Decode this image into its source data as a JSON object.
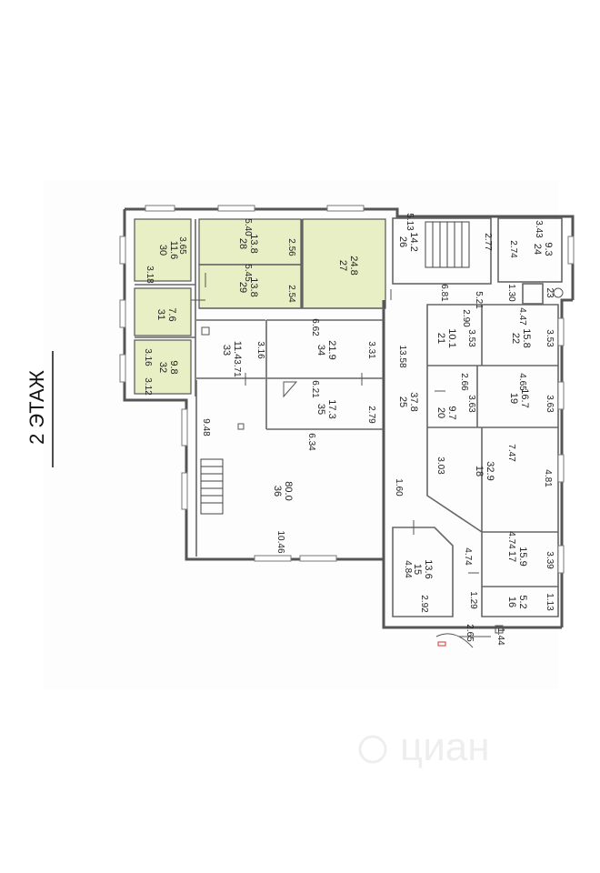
{
  "floor_title": "2 ЭТАЖ",
  "accent_color": "#e8efc4",
  "wall_color": "#555555",
  "watermark": "циан",
  "rooms": [
    {
      "id": "30",
      "area": "11.6",
      "dims": [
        "3.18",
        "3.65"
      ],
      "highlighted": true
    },
    {
      "id": "28",
      "area": "13.8",
      "dims": [
        "5.40",
        "2.56"
      ],
      "highlighted": true
    },
    {
      "id": "29",
      "area": "13.8",
      "dims": [
        "5.45",
        "2.54"
      ],
      "highlighted": true
    },
    {
      "id": "27",
      "area": "24.8",
      "dims": [],
      "highlighted": true
    },
    {
      "id": "31",
      "area": "7.6",
      "dims": [],
      "highlighted": true
    },
    {
      "id": "32",
      "area": "9.8",
      "dims": [
        "3.16",
        "3.12"
      ],
      "highlighted": true
    },
    {
      "id": "33",
      "area": "11.4",
      "dims": [
        "3.71",
        "3.16"
      ],
      "highlighted": false
    },
    {
      "id": "34",
      "area": "21.9",
      "dims": [
        "6.62",
        "3.31"
      ],
      "highlighted": false
    },
    {
      "id": "35",
      "area": "17.3",
      "dims": [
        "6.21",
        "2.79",
        "6.34"
      ],
      "highlighted": false
    },
    {
      "id": "36",
      "area": "80.0",
      "dims": [
        "9.48",
        "10.46"
      ],
      "highlighted": false
    },
    {
      "id": "26",
      "area": "14.2",
      "dims": [
        "5.13"
      ],
      "highlighted": false
    },
    {
      "id": "24",
      "area": "9.3",
      "dims": [
        "3.43",
        "2.74",
        "2.77"
      ],
      "highlighted": false
    },
    {
      "id": "23",
      "area": "",
      "dims": [
        "1.30"
      ],
      "highlighted": false
    },
    {
      "id": "25",
      "area": "37.8",
      "dims": [
        "13.58",
        "6.81",
        "5.21",
        "1.60"
      ],
      "highlighted": false
    },
    {
      "id": "21",
      "area": "10.1",
      "dims": [
        "2.90",
        "3.53"
      ],
      "highlighted": false
    },
    {
      "id": "22",
      "area": "15.8",
      "dims": [
        "4.47",
        "3.53"
      ],
      "highlighted": false
    },
    {
      "id": "20",
      "area": "9.7",
      "dims": [
        "2.66",
        "3.63"
      ],
      "highlighted": false
    },
    {
      "id": "19",
      "area": "16.7",
      "dims": [
        "4.65",
        "3.63"
      ],
      "highlighted": false
    },
    {
      "id": "18",
      "area": "32.9",
      "dims": [
        "7.47",
        "3.03",
        "4.81"
      ],
      "highlighted": false
    },
    {
      "id": "17",
      "area": "15.9",
      "dims": [
        "4.74",
        "4.74",
        "3.39"
      ],
      "highlighted": false
    },
    {
      "id": "16",
      "area": "5.2",
      "dims": [
        "1.13"
      ],
      "highlighted": false
    },
    {
      "id": "15",
      "area": "13.6",
      "dims": [
        "4.84",
        "2.92",
        "1.29"
      ],
      "highlighted": false
    }
  ],
  "extra_dims": [
    "2.65",
    "1.44"
  ]
}
